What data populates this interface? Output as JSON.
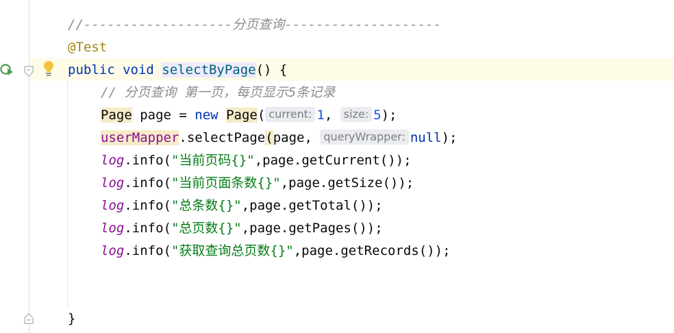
{
  "code": {
    "sep_prefix": "//-------------------",
    "sep_mid": "分页查询",
    "sep_suffix": "--------------------",
    "annotation": "@Test",
    "l3_kw1": "public",
    "l3_kw2": "void",
    "l3_method": "selectByPage",
    "l3_rest": "() {",
    "comment": "// 分页查询 第一页，每页显示5条记录",
    "l5_type": "Page",
    "l5_mid": " page = ",
    "l5_new": "new",
    "l5_type2": "Page",
    "l5_paren": "(",
    "hint_current": "current:",
    "l5_num1": "1",
    "l5_comma": ", ",
    "hint_size": "size:",
    "l5_num2": "5",
    "l5_end": ");",
    "l6_field": "userMapper",
    "l6_call": ".selectPage",
    "l6_paren": "(",
    "l6_args": "page, ",
    "hint_qw": "queryWrapper:",
    "l6_null": "null",
    "l6_end": ");",
    "log_var": "log",
    "log_info": ".info(",
    "logs": [
      {
        "str": "\"当前页码{}\"",
        "rest": ",page.getCurrent());"
      },
      {
        "str": "\"当前页面条数{}\"",
        "rest": ",page.getSize());"
      },
      {
        "str": "\"总条数{}\"",
        "rest": ",page.getTotal());"
      },
      {
        "str": "\"总页数{}\"",
        "rest": ",page.getPages());"
      },
      {
        "str": "\"获取查询总页数{}\"",
        "rest": ",page.getRecords());"
      }
    ],
    "close_brace": "}"
  },
  "icons": {
    "run": "run-test-icon",
    "fold_top": "fold-arrow-icon",
    "bulb": "lightbulb-icon",
    "fold_bottom": "fold-arrow-icon"
  }
}
